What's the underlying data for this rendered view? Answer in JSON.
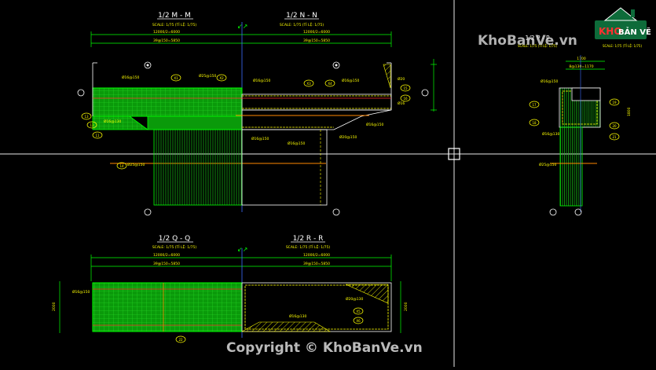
{
  "colors": {
    "background": "#000000",
    "green": "#00ff00",
    "green_fill": "#0aa50a",
    "yellow": "#ffff00",
    "white": "#ffffff",
    "orange": "#ff8800",
    "red": "#ff2020",
    "cyan": "#00ffff"
  },
  "watermark": {
    "brand": "KhoBanVe.vn",
    "logo_kho": "KHO",
    "logo_banve": "BẢN VẼ",
    "copyright": "Copyright © KhoBanVe.vn"
  },
  "sections": {
    "mm": {
      "title": "1/2 M - M",
      "scale": "SCALE: 1/75 (TỈ LỆ: 1/75)"
    },
    "nn": {
      "title": "1/2 N - N",
      "scale": "SCALE: 1/75 (TỈ LỆ: 1/75)"
    },
    "qq": {
      "title": "1/2 Q - Q",
      "scale": "SCALE: 1/75 (TỈ LỆ: 1/75)"
    },
    "rr": {
      "title": "1/2 R - R",
      "scale": "SCALE: 1/75 (TỈ LỆ: 1/75)"
    },
    "pp": {
      "title": "1/2 P - P",
      "scale": "SCALE: 1/75 (TỈ LỆ: 1/75)"
    }
  },
  "dimensions": {
    "top_left_total": "12000/2=6000",
    "top_left_spacing": "39@150=5850",
    "top_right_total": "12000/2=6000",
    "top_right_spacing": "39@150=5850",
    "bot_left_total": "12000/2=6000",
    "bot_left_spacing": "39@150=5850",
    "bot_right_total": "12000/2=6000",
    "bot_right_spacing": "39@150=5850",
    "side_total": "1700",
    "side_spacing": "8@130=1170",
    "height_left": "2000",
    "height_right": "2000",
    "height_side": "1800"
  },
  "rebar_labels": {
    "a": "Ø16@150",
    "b": "Ø25@150",
    "c": "Ø16@150",
    "d": "Ø16@150",
    "e": "Ø20",
    "f": "Ø16",
    "g": "Ø16@150",
    "h": "Ø16@150",
    "i": "Ø25@150",
    "j": "Ø16@130",
    "k": "Ø16@150",
    "l": "Ø20@150",
    "m": "Ø16@150",
    "n": "Ø25@150",
    "o": "Ø16@130",
    "p": "Ø16@150",
    "q": "Ø20@130",
    "r": "Ø16@130"
  },
  "markers": {
    "n1": "X1",
    "n2": "X2",
    "n3": "X3",
    "n4": "X4",
    "n5": "X5",
    "n6": "X6",
    "n7": "13",
    "n8": "14",
    "n9": "15",
    "n10": "16",
    "n11": "17",
    "n12": "18",
    "n13": "19",
    "n14": "20",
    "n15": "21",
    "n16": "22",
    "n17": "12",
    "n18": "11"
  }
}
